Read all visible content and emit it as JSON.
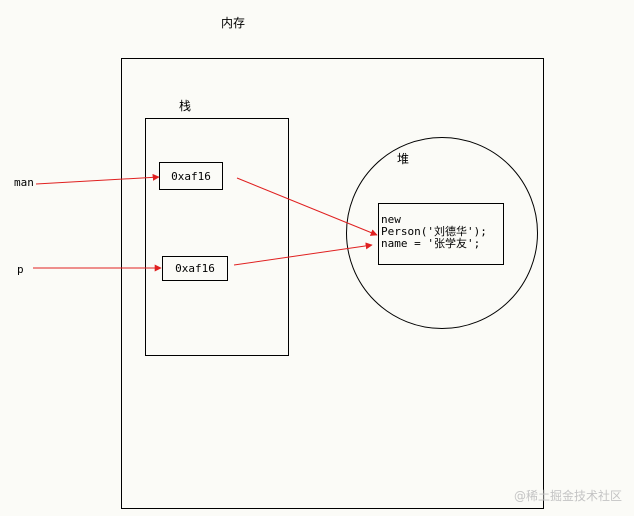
{
  "labels": {
    "memory": "内存",
    "stack": "栈",
    "heap": "堆",
    "var_man": "man",
    "var_p": "p"
  },
  "stack": {
    "man_address": "0xaf16",
    "p_address": "0xaf16"
  },
  "heap": {
    "object_lines": [
      "new",
      "Person('刘德华');",
      "name = '张学友';"
    ]
  },
  "watermark": "@稀土掘金技术社区",
  "colors": {
    "arrow": "#e02020",
    "border": "#000000",
    "background": "#fbfbf7"
  }
}
